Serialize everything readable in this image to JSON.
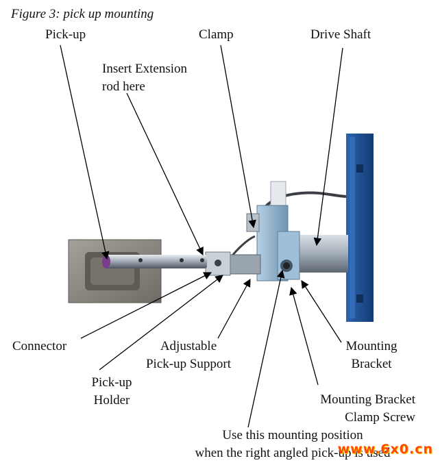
{
  "caption": "Figure 3: pick up mounting",
  "labels": {
    "pickup": "Pick-up",
    "clamp": "Clamp",
    "drive_shaft": "Drive Shaft",
    "insert_line1": "Insert Extension",
    "insert_line2": "rod here",
    "connector": "Connector",
    "support_line1": "Adjustable",
    "support_line2": "Pick-up Support",
    "holder_line1": "Pick-up",
    "holder_line2": "Holder",
    "bracket_line1": "Mounting",
    "bracket_line2": "Bracket",
    "screw_line1": "Mounting Bracket",
    "screw_line2": "Clamp Screw",
    "use_line1": "Use this mounting position",
    "use_line2": "when the right angled pick-up is used"
  },
  "watermark": "www.6x0.cn",
  "colors": {
    "drive_box": "#1f4f93",
    "plate": "#8f8b84",
    "shaft": "#a9b3bd",
    "bracket": "#8fb3cf"
  }
}
